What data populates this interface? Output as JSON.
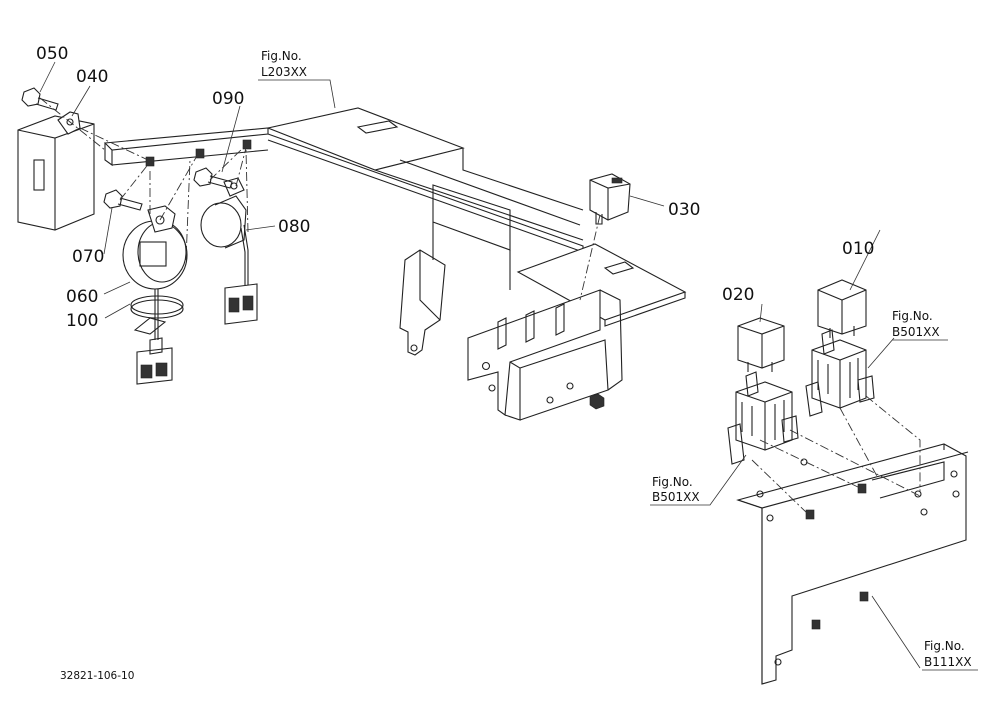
{
  "diagram": {
    "part_labels": {
      "p010": "010",
      "p020": "020",
      "p030": "030",
      "p040": "040",
      "p050": "050",
      "p060": "060",
      "p070": "070",
      "p080": "080",
      "p090": "090",
      "p100": "100"
    },
    "fig_refs": {
      "l203": {
        "prefix": "Fig.No.",
        "code": "L203XX"
      },
      "b501_left": {
        "prefix": "Fig.No.",
        "code": "B501XX"
      },
      "b501_right": {
        "prefix": "Fig.No.",
        "code": "B501XX"
      },
      "b111": {
        "prefix": "Fig.No.",
        "code": "B111XX"
      }
    },
    "drawing_code": "32821-106-10"
  }
}
